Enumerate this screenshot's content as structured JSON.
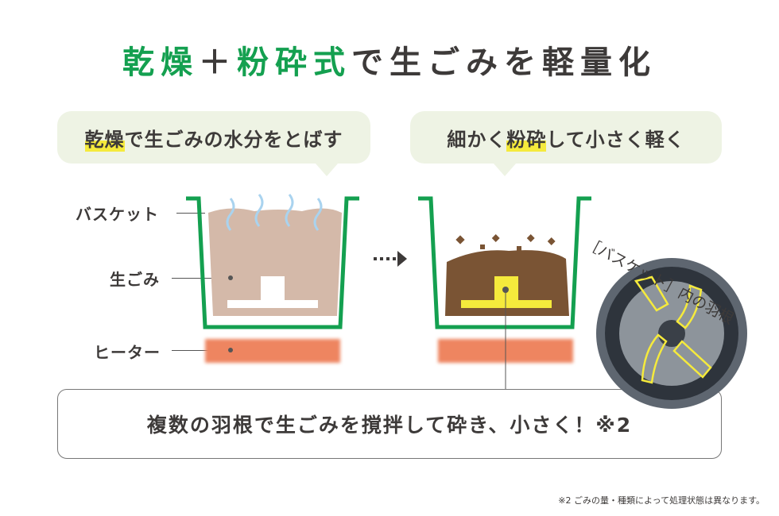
{
  "title": {
    "part1": "乾燥",
    "plus": "＋",
    "part2": "粉砕式",
    "part3": "で生ごみを軽量化"
  },
  "bubble_left": {
    "highlight": "乾燥",
    "text": "で生ごみの水分をとばす"
  },
  "bubble_right": {
    "pre": "細かく",
    "highlight": "粉砕",
    "text": "して小さく軽く"
  },
  "labels": {
    "basket": "バスケット",
    "garbage": "生ごみ",
    "heater": "ヒーター"
  },
  "photo_caption": "［バスケット］内の羽根",
  "bottom_box": "複数の羽根で生ごみを撹拌して砕き、小さく！※2",
  "footnote": "※2 ごみの量・種類によって処理状態は異なります。",
  "colors": {
    "accent": "#14a050",
    "soil": "#d4b9a9",
    "soil_crushed": "#7a5434",
    "heater": "#ee8560",
    "blade": "#f5ea3c"
  }
}
